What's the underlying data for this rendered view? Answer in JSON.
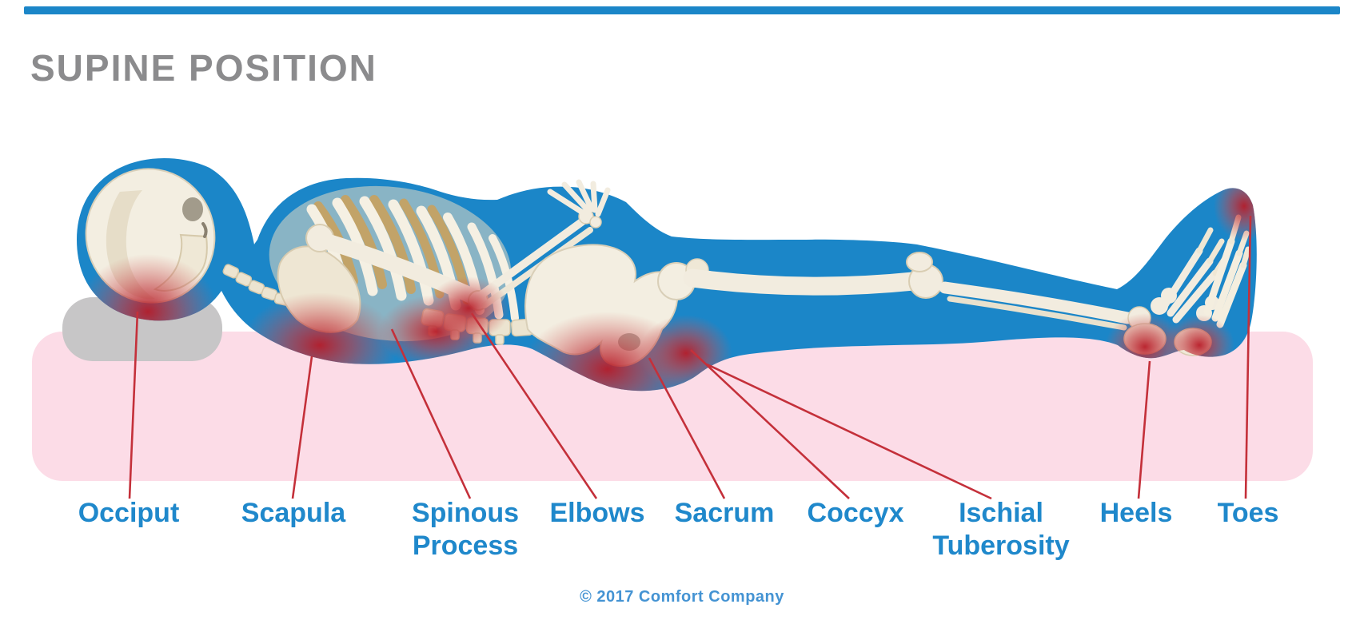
{
  "title": "SUPINE POSITION",
  "copyright": "© 2017 Comfort Company",
  "pressure_labels": [
    {
      "text": "Occiput"
    },
    {
      "text": "Scapula"
    },
    {
      "text": "Spinous Process"
    },
    {
      "text": "Elbows"
    },
    {
      "text": "Sacrum"
    },
    {
      "text": "Coccyx"
    },
    {
      "text": "Ischial Tuberosity"
    },
    {
      "text": "Heels"
    },
    {
      "text": "Toes"
    }
  ],
  "colors": {
    "accent_blue": "#1b86c8",
    "label_blue": "#1f88cb",
    "leader_line_red": "#c4303a",
    "pressure_red": "#b81c28",
    "mattress_pink": "#fcdce7",
    "pillow_gray": "#c7c6c7",
    "title_gray": "#8b8b8d",
    "bone": "#f2ecdf"
  }
}
